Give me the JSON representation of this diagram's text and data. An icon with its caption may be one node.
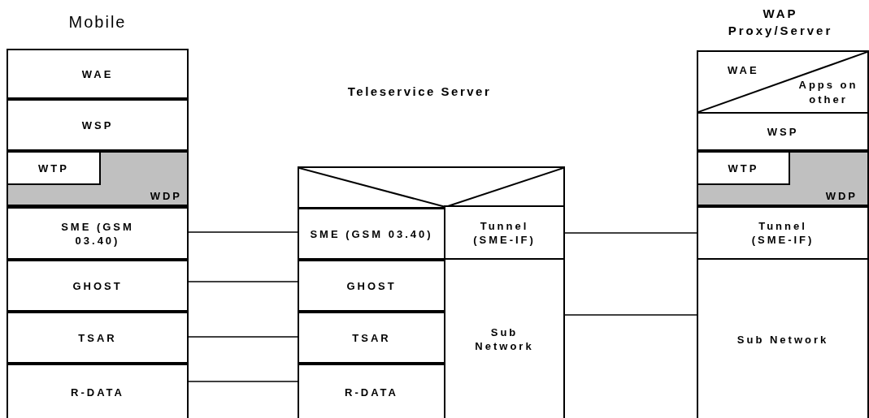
{
  "diagram": {
    "nodes": [
      {
        "text": [
          "WAE"
        ]
      },
      {
        "text": [
          "WSP"
        ]
      },
      {
        "text": [
          "WDP"
        ]
      },
      {
        "text": [
          "WTP"
        ],
        "in": 2
      },
      {
        "text": [
          "SME (GSM 03.40)"
        ]
      },
      {
        "text": [
          "GHOST"
        ]
      },
      {
        "text": [
          "TSAR"
        ]
      },
      {
        "text": [
          "R-DATA"
        ]
      },
      {
        "text": [],
        "shape": "box"
      },
      {
        "text": [
          "SME (GSM 03.40)"
        ]
      },
      {
        "text": [
          "Tunnel (SME-IF)"
        ]
      },
      {
        "text": [
          "GHOST"
        ]
      },
      {
        "text": [
          "Sub Network"
        ]
      },
      {
        "text": [
          "TSAR"
        ]
      },
      {
        "text": [
          "R-DATA"
        ]
      },
      {
        "text": [
          "WAE",
          "Apps on other"
        ]
      },
      {
        "text": [
          "WSP"
        ]
      },
      {
        "text": [
          "WDP"
        ]
      },
      {
        "text": [
          "WTP"
        ],
        "in": 17
      },
      {
        "text": [
          "Tunnel (SME-IF)"
        ]
      },
      {
        "text": [
          "Sub Network"
        ]
      }
    ],
    "edges": [
      {
        "from": 4,
        "to": 9,
        "arrow": "none"
      },
      {
        "from": 5,
        "to": 11,
        "arrow": "none"
      },
      {
        "from": 6,
        "to": 13,
        "arrow": "none"
      },
      {
        "from": 7,
        "to": 14,
        "arrow": "none"
      },
      {
        "from": 10,
        "to": 19,
        "arrow": "none"
      },
      {
        "from": 12,
        "to": 20,
        "arrow": "none"
      }
    ],
    "labels": [
      "Mobile",
      "WAP Proxy/Server",
      "Teleservice Server"
    ]
  }
}
